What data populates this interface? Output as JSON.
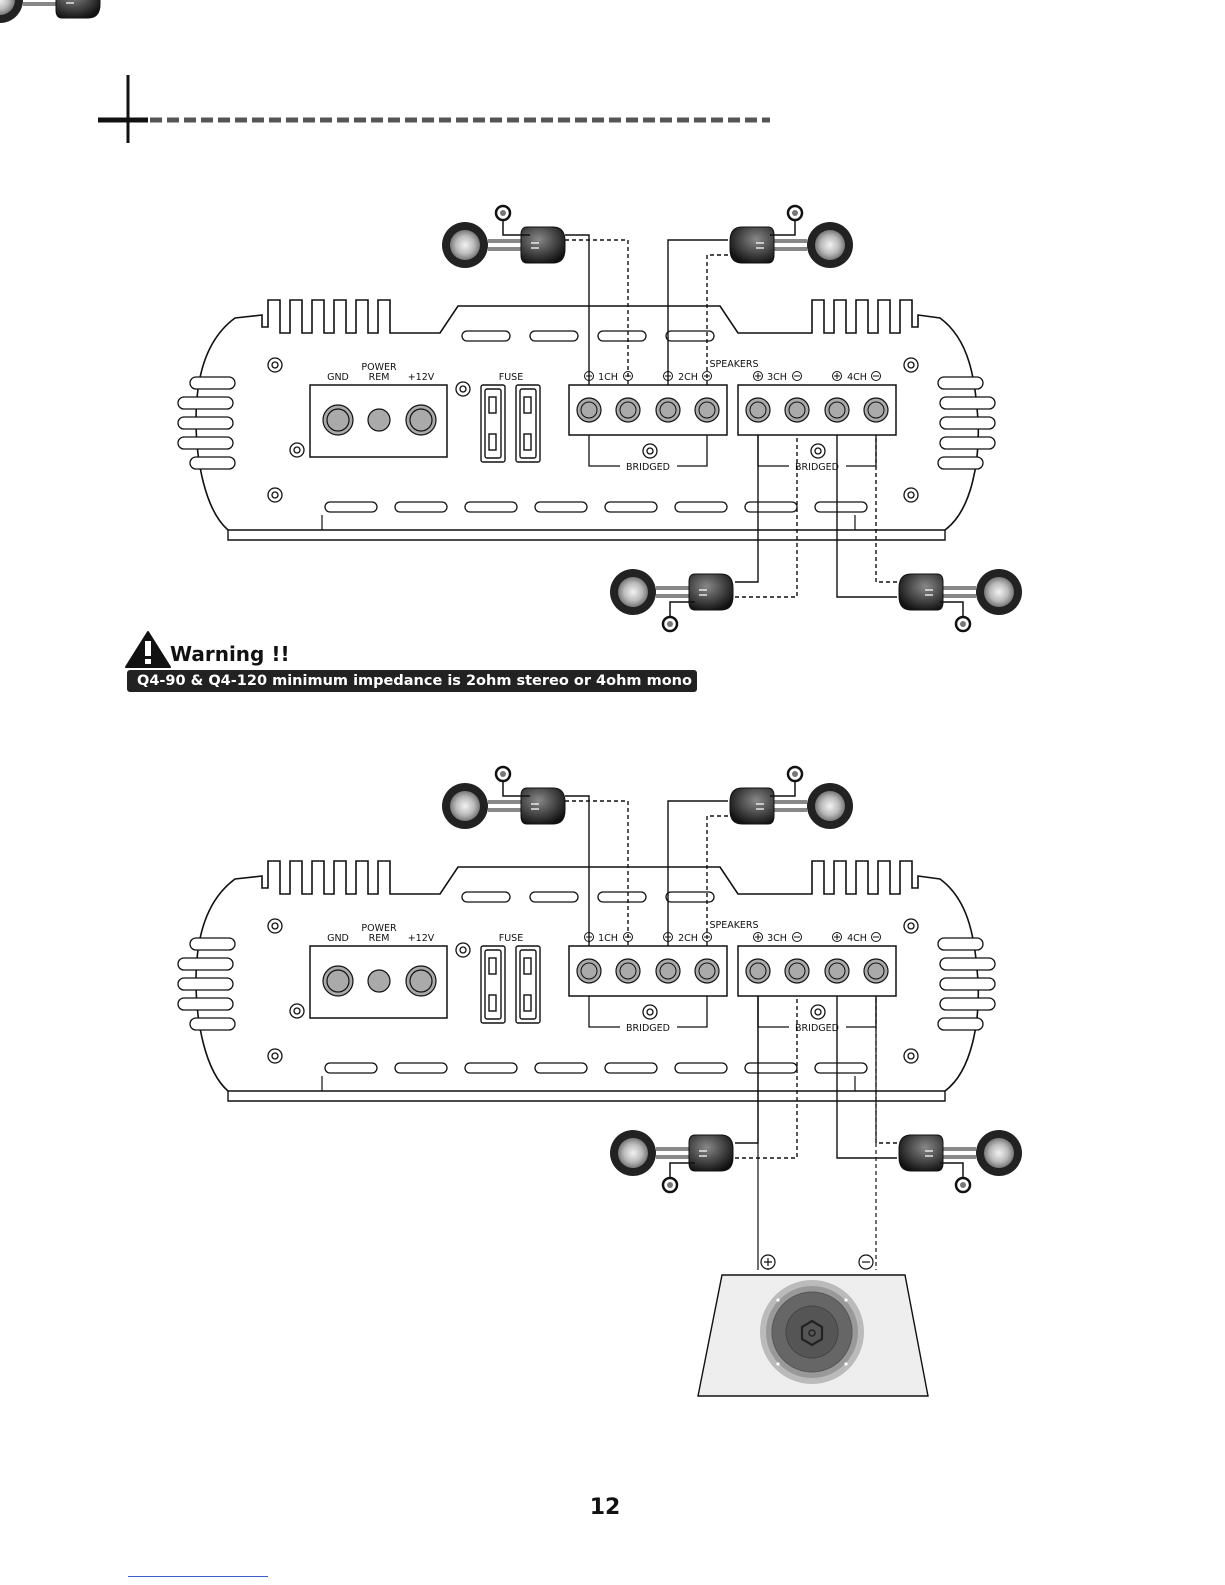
{
  "labels": {
    "power": "POWER",
    "gnd": "GND",
    "rem": "REM",
    "v12": "+12V",
    "fuse": "FUSE",
    "speakers": "SPEAKERS",
    "ch1": "1CH",
    "ch2": "2CH",
    "ch3": "3CH",
    "ch4": "4CH",
    "bridged": "BRIDGED",
    "plus": "+",
    "minus": "−"
  },
  "warning": {
    "title": "Warning !!",
    "text": "Q4-90 & Q4-120 minimum impedance is 2ohm stereo or 4ohm mono"
  },
  "page_number": "12"
}
